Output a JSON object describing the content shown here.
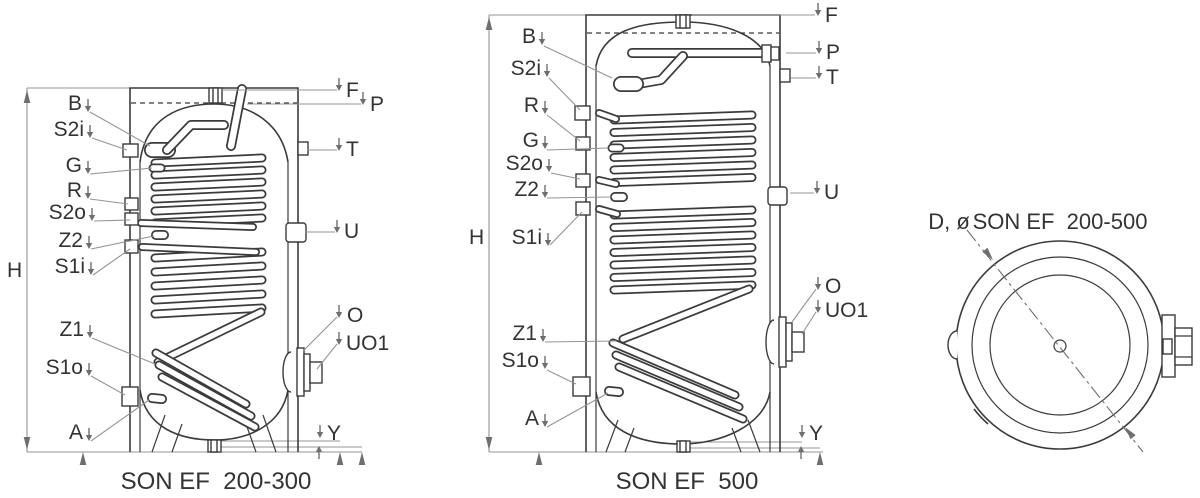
{
  "colors": {
    "line": "#3b3b3b",
    "leader": "#949494",
    "arrow": "#6e6e6e",
    "text": "#333333",
    "background": "#ffffff"
  },
  "front_view_small": {
    "caption": "SON EF  200-300",
    "dim_height": "H",
    "ports_left": {
      "b": "B",
      "s2i": "S2i",
      "g": "G",
      "r": "R",
      "s2o": "S2o",
      "z2": "Z2",
      "s1i": "S1i",
      "z1": "Z1",
      "s1o": "S1o",
      "a": "A"
    },
    "ports_right": {
      "f": "F",
      "p": "P",
      "t": "T",
      "u": "U",
      "o": "O",
      "uo1": "UO1",
      "y": "Y"
    }
  },
  "front_view_large": {
    "caption": "SON EF  500",
    "dim_height": "H",
    "ports_left": {
      "b": "B",
      "s2i": "S2i",
      "r": "R",
      "g": "G",
      "s2o": "S2o",
      "z2": "Z2",
      "s1i": "S1i",
      "z1": "Z1",
      "s1o": "S1o",
      "a": "A"
    },
    "ports_right": {
      "f": "F",
      "p": "P",
      "t": "T",
      "u": "U",
      "o": "O",
      "uo1": "UO1",
      "y": "Y"
    }
  },
  "top_view": {
    "caption": "SON EF  200-500",
    "diameter_label": "D, ø"
  }
}
